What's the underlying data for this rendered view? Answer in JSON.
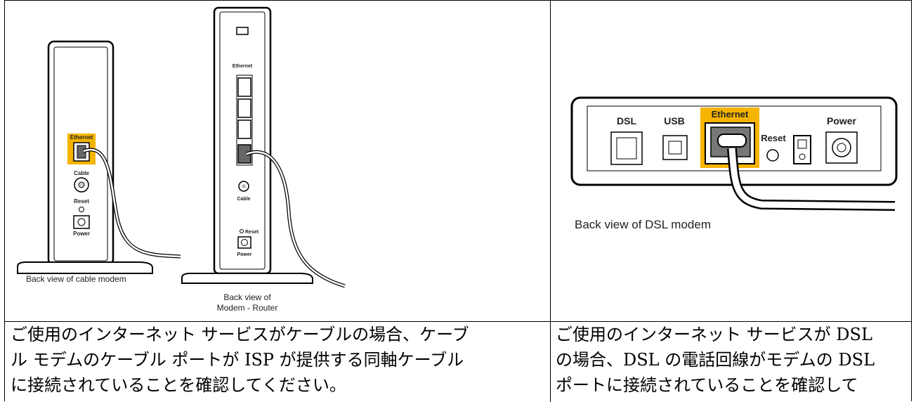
{
  "left_cell": {
    "figure": {
      "cable_modem": {
        "port_labels": {
          "ethernet": "Ethernet",
          "cable": "Cable",
          "reset": "Reset",
          "power": "Power"
        },
        "caption": "Back view of cable modem"
      },
      "modem_router": {
        "port_labels": {
          "ethernet": "Ethernet",
          "cable": "Cable",
          "reset": "Reset",
          "power": "Power"
        },
        "caption_line1": "Back view of",
        "caption_line2": "Modem - Router"
      }
    },
    "text_lines": [
      "ご使用のインターネット サービスがケーブルの場合、ケーブ",
      "ル モデムのケーブル ポートが ISP が提供する同軸ケーブル",
      "に接続されていることを確認してください。"
    ]
  },
  "right_cell": {
    "figure": {
      "port_labels": {
        "dsl": "DSL",
        "usb": "USB",
        "ethernet": "Ethernet",
        "reset": "Reset",
        "power": "Power"
      },
      "caption": "Back view of DSL modem"
    },
    "text_lines": [
      "ご使用のインターネット サービスが DSL",
      "の場合、DSL の電話回線がモデムの DSL",
      "ポートに接続されていることを確認して"
    ]
  },
  "colors": {
    "highlight": "#f5b400",
    "line": "#000000"
  }
}
